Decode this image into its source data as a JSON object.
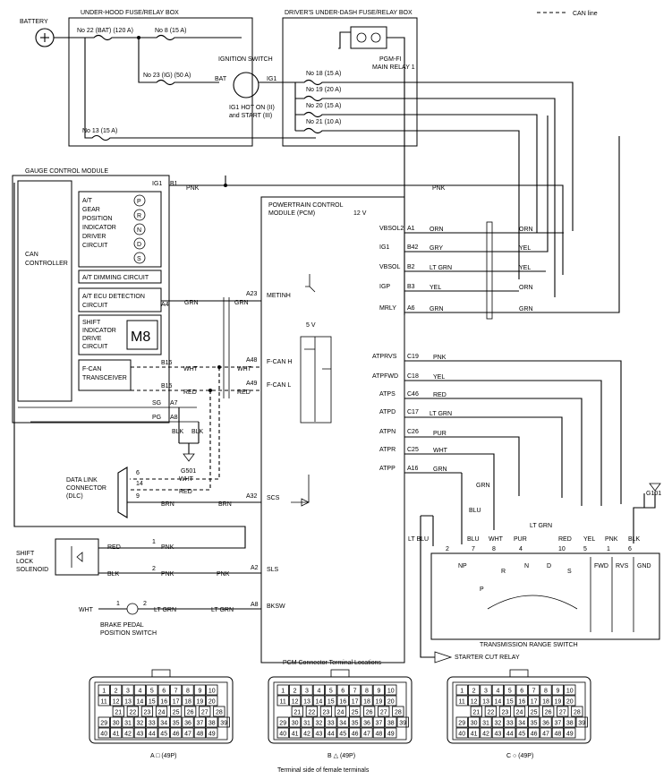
{
  "legend": {
    "can_line": "CAN line"
  },
  "battery": {
    "label": "BATTERY"
  },
  "underhood_box": {
    "title": "UNDER-HOOD FUSE/RELAY BOX",
    "fuse22": "No  22 (BAT) (120 A)",
    "fuse8": "No  8 (15 A)",
    "fuse23": "No  23 (IG) (50 A)",
    "fuse13": "No  13 (15 A)"
  },
  "underdash_box": {
    "title": "DRIVER'S UNDER-DASH FUSE/RELAY BOX",
    "relay_line1": "PGM-FI",
    "relay_line2": "MAIN RELAY 1",
    "fuse18": "No  18 (15 A)",
    "fuse19": "No  19 (20 A)",
    "fuse20": "No  20 (15 A)",
    "fuse21": "No  21 (10 A)"
  },
  "ignition": {
    "title": "IGNITION SWITCH",
    "bat": "BAT",
    "ig1": "IG1",
    "note1": "IG1 HOT ON (II)",
    "note2": "and START (III)"
  },
  "gcm": {
    "title": "GAUGE CONTROL MODULE",
    "ig1": "IG1",
    "can_controller_1": "CAN",
    "can_controller_2": "CONTROLLER",
    "gear_block": [
      "A/T",
      "GEAR",
      "POSITION",
      "INDICATOR",
      "DRIVER",
      "CIRCUIT"
    ],
    "gears": [
      "P",
      "R",
      "N",
      "D",
      "S"
    ],
    "dimming": "A/T DIMMING CIRCUIT",
    "ecu_detect_1": "A/T ECU DETECTION",
    "ecu_detect_2": "CIRCUIT",
    "shift_block": [
      "SHIFT",
      "INDICATOR",
      "DRIVE",
      "CIRCUIT"
    ],
    "display": "M8",
    "fcan_1": "F-CAN",
    "fcan_2": "TRANSCEIVER",
    "pins": {
      "b1": "B1",
      "a4": "A4",
      "b16": "B16",
      "b15": "B15",
      "a7": "A7",
      "a8": "A8",
      "sg": "SG",
      "pg": "PG"
    },
    "blk1": "BLK",
    "blk2": "BLK",
    "ground": "G501"
  },
  "pcm": {
    "title_1": "POWERTRAIN CONTROL",
    "title_2": "MODULE (PCM)",
    "v12": "12 V",
    "v5": "5 V",
    "left_pins": [
      {
        "pin": "A23",
        "sig": "METINH"
      },
      {
        "pin": "A48",
        "sig": "F-CAN H"
      },
      {
        "pin": "A49",
        "sig": "F-CAN L"
      },
      {
        "pin": "A32",
        "sig": "SCS"
      },
      {
        "pin": "A2",
        "sig": "SLS"
      },
      {
        "pin": "A8",
        "sig": "BKSW"
      }
    ],
    "right_pins": [
      {
        "sig": "VBSOL2",
        "pin": "A1",
        "wire": "ORN",
        "wire2": "ORN"
      },
      {
        "sig": "IG1",
        "pin": "B42",
        "wire": "GRY",
        "wire2": "YEL"
      },
      {
        "sig": "VBSOL",
        "pin": "B2",
        "wire": "LT GRN",
        "wire2": "YEL"
      },
      {
        "sig": "IGP",
        "pin": "B3",
        "wire": "YEL",
        "wire2": "ORN"
      },
      {
        "sig": "MRLY",
        "pin": "A6",
        "wire": "GRN",
        "wire2": "GRN"
      },
      {
        "sig": "ATPRVS",
        "pin": "C19",
        "wire": "PNK"
      },
      {
        "sig": "ATPFWD",
        "pin": "C18",
        "wire": "YEL"
      },
      {
        "sig": "ATPS",
        "pin": "C46",
        "wire": "RED"
      },
      {
        "sig": "ATPD",
        "pin": "C17",
        "wire": "LT GRN"
      },
      {
        "sig": "ATPN",
        "pin": "C26",
        "wire": "PUR"
      },
      {
        "sig": "ATPR",
        "pin": "C25",
        "wire": "WHT"
      },
      {
        "sig": "ATPP",
        "pin": "A16",
        "wire": "GRN"
      }
    ]
  },
  "wires": {
    "pnk": "PNK",
    "grn": "GRN",
    "wht": "WHT",
    "red": "RED",
    "brn": "BRN",
    "blk": "BLK",
    "lt_grn": "LT GRN",
    "blu": "BLU",
    "lt_blu": "LT BLU"
  },
  "dlc": {
    "title_1": "DATA LINK",
    "title_2": "CONNECTOR",
    "title_3": "(DLC)",
    "pins": [
      "6",
      "14",
      "9"
    ]
  },
  "shift_lock": {
    "label_1": "SHIFT",
    "label_2": "LOCK",
    "label_3": "SOLENOID",
    "pins": [
      "1",
      "2"
    ]
  },
  "brake_switch": {
    "label_1": "BRAKE PEDAL",
    "label_2": "POSITION SWITCH",
    "pins": [
      "1",
      "2"
    ]
  },
  "trs": {
    "title": "TRANSMISSION RANGE SWITCH",
    "pins": [
      "2",
      "7",
      "8",
      "4",
      "10",
      "5",
      "1",
      "6"
    ],
    "wires": [
      "BLU",
      "WHT",
      "PUR",
      "RED",
      "YEL",
      "PNK",
      "BLK"
    ],
    "lt_grn": "LT GRN",
    "labels": [
      "NP",
      "R",
      "N",
      "D",
      "S",
      "P",
      "FWD",
      "RVS",
      "GND"
    ]
  },
  "ground_g101": "G101",
  "starter": "STARTER CUT RELAY",
  "connectors": {
    "caption": "PCM Connector Terminal Locations",
    "footer": "Terminal side of female terminals",
    "a": "A □ (49P)",
    "b": "B △ (49P)",
    "c": "C ○ (49P)"
  }
}
